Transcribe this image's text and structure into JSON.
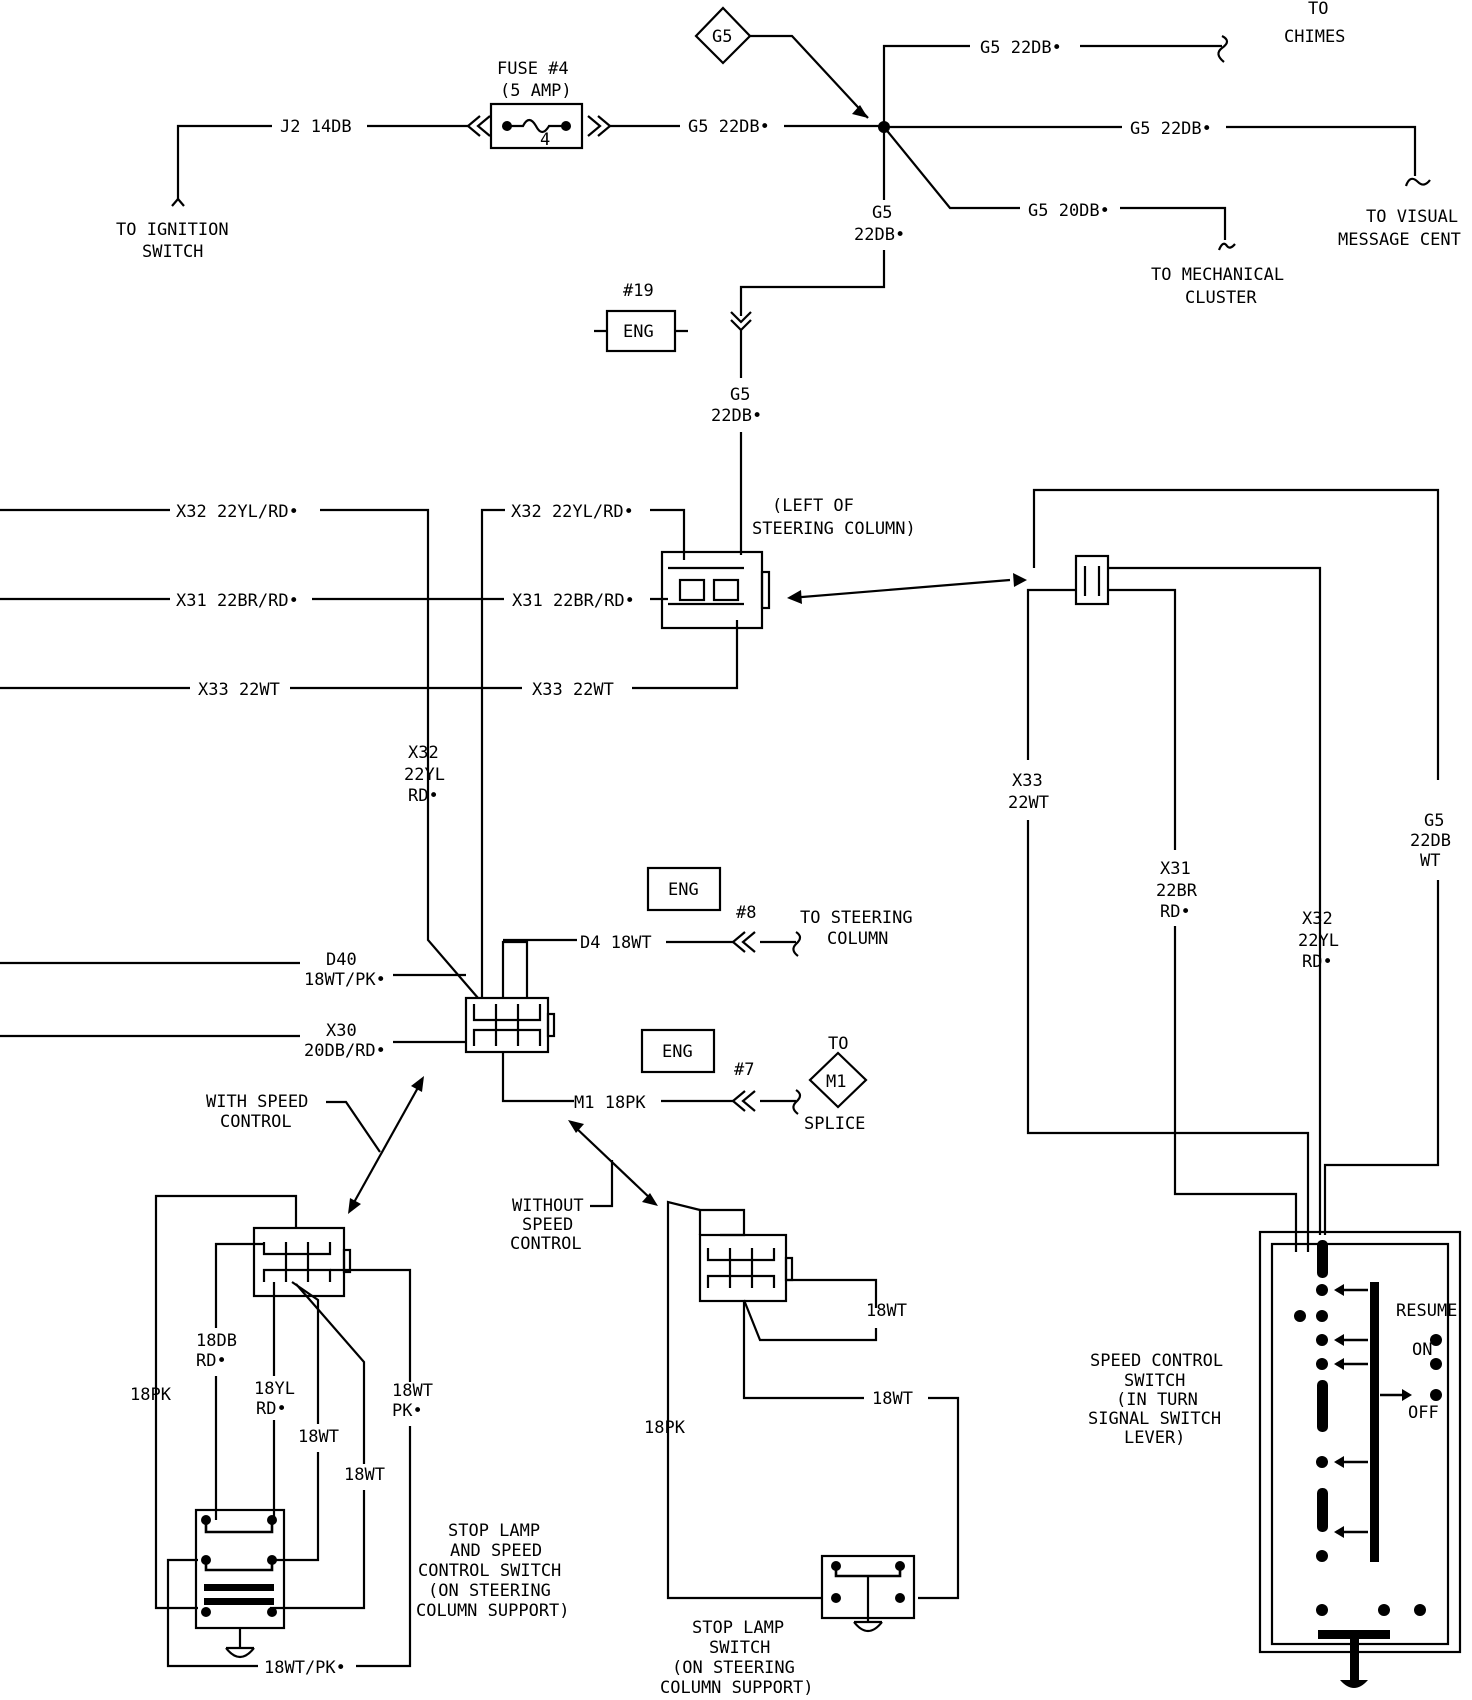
{
  "fuse": {
    "label_1": "FUSE #4",
    "label_2": "(5 AMP)",
    "number": "4"
  },
  "top": {
    "g5_diamond": "G5",
    "to_chimes_1": "TO",
    "to_chimes_2": "CHIMES",
    "j2": "J2 14DB",
    "g5_a": "G5 22DB•",
    "g5_b": "G5 22DB•",
    "g5_c": "G5 22DB•",
    "g5_d": "G5 20DB•",
    "g5_v1": "G5",
    "g5_v2": "22DB•",
    "ign_1": "TO IGNITION",
    "ign_2": "SWITCH",
    "vis_1": "TO VISUAL",
    "vis_2": "MESSAGE CENT",
    "mech_1": "TO MECHANICAL",
    "mech_2": "CLUSTER"
  },
  "conn19": {
    "num": "#19",
    "label": "ENG",
    "g5_1": "G5",
    "g5_2": "22DB•"
  },
  "left": {
    "x32_a": "X32 22YL/RD•",
    "x32_b": "X32 22YL/RD•",
    "x31_a": "X31 22BR/RD•",
    "x31_b": "X31 22BR/RD•",
    "x33_a": "X33 22WT",
    "x33_b": "X33 22WT",
    "steer_1": "(LEFT OF",
    "steer_2": "STEERING COLUMN)",
    "x32_v1": "X32",
    "x32_v2": "22YL",
    "x32_v3": "RD•"
  },
  "right": {
    "x33_1": "X33",
    "x33_2": "22WT",
    "x31_1": "X31",
    "x31_2": "22BR",
    "x31_3": "RD•",
    "x32_1": "X32",
    "x32_2": "22YL",
    "x32_3": "RD•",
    "g5_1": "G5",
    "g5_2": "22DB",
    "g5_3": "WT",
    "resume": "RESUME",
    "on": "ON",
    "off": "OFF",
    "sw_1": "SPEED CONTROL",
    "sw_2": "SWITCH",
    "sw_3": "(IN TURN",
    "sw_4": "SIGNAL SWITCH",
    "sw_5": "LEVER)"
  },
  "mid": {
    "eng8": "ENG",
    "num8": "#8",
    "d4": "D4 18WT",
    "steer_1": "TO STEERING",
    "steer_2": "COLUMN",
    "d40_1": "D40",
    "d40_2": "18WT/PK•",
    "x30_1": "X30",
    "x30_2": "20DB/RD•",
    "eng7": "ENG",
    "num7": "#7",
    "m1": "M1 18PK",
    "m1_to": "TO",
    "m1_d": "M1",
    "splice": "SPLICE",
    "with_1": "WITH SPEED",
    "with_2": "CONTROL",
    "without_1": "WITHOUT",
    "without_2": "SPEED",
    "without_3": "CONTROL"
  },
  "bl": {
    "db_1": "18DB",
    "db_2": "RD•",
    "pk": "18PK",
    "yl_1": "18YL",
    "yl_2": "RD•",
    "wt_a": "18WT",
    "wt_b": "18WT",
    "wtpk_1": "18WT",
    "wtpk_2": "PK•",
    "wtpk_bottom": "18WT/PK•",
    "title_1": "STOP LAMP",
    "title_2": "AND SPEED",
    "title_3": "CONTROL SWITCH",
    "title_4": "(ON STEERING",
    "title_5": "COLUMN SUPPORT)"
  },
  "bm": {
    "wt_a": "18WT",
    "wt_b": "18WT",
    "pk": "18PK",
    "title_1": "STOP LAMP",
    "title_2": "SWITCH",
    "title_3": "(ON STEERING",
    "title_4": "COLUMN SUPPORT)"
  }
}
